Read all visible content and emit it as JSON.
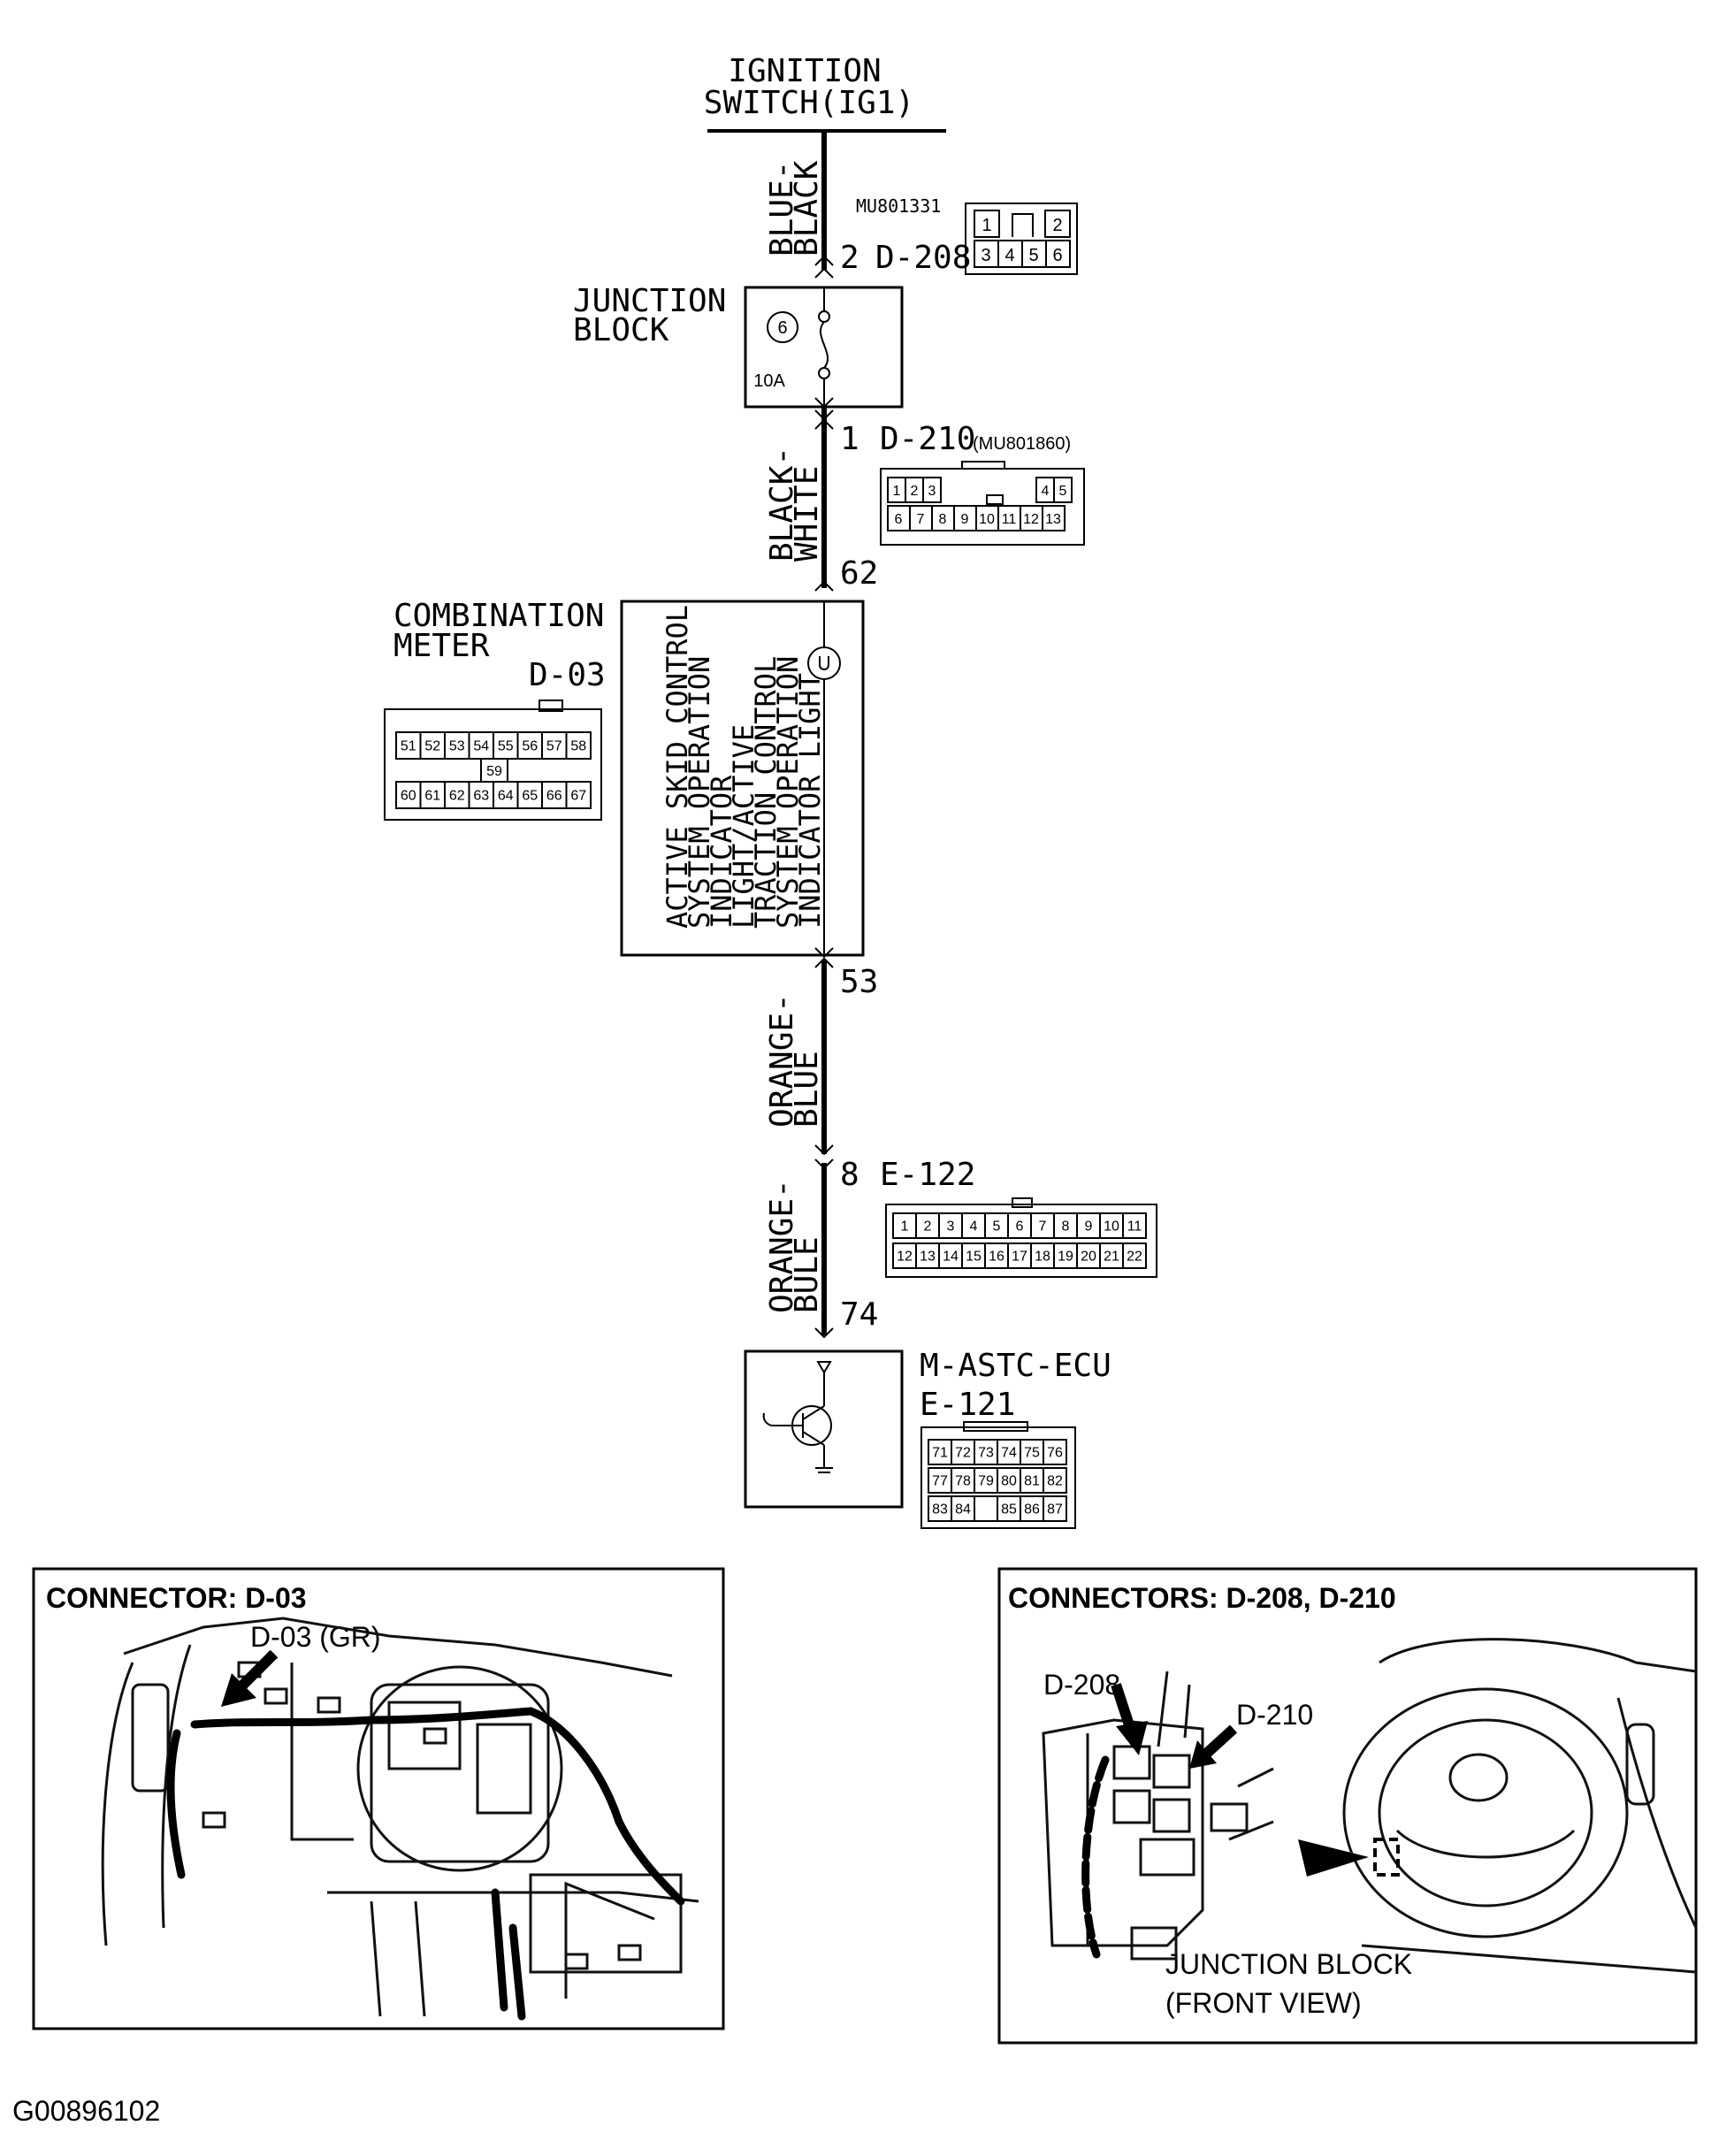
{
  "ignition": {
    "line1": "IGNITION",
    "line2": "SWITCH(IG1)"
  },
  "wires": {
    "w1": [
      "BLUE-",
      "BLACK"
    ],
    "w2": [
      "BLACK-",
      "WHITE"
    ],
    "w3": [
      "ORANGE-",
      "BLUE"
    ],
    "w4": [
      "ORANGE-",
      "BULE"
    ]
  },
  "d208": {
    "part": "MU801331",
    "pin": "2",
    "id": "D-208",
    "cells": [
      "1",
      "2",
      "3",
      "4",
      "5",
      "6"
    ]
  },
  "junction": {
    "line1": "JUNCTION",
    "line2": "BLOCK",
    "fuse_no": "6",
    "amps": "10A"
  },
  "d210": {
    "pin": "1",
    "id": "D-210",
    "part": "(MU801860)",
    "cells": [
      "1",
      "2",
      "3",
      "4",
      "5",
      "6",
      "7",
      "8",
      "9",
      "10",
      "11",
      "12",
      "13"
    ]
  },
  "meter": {
    "line1": "COMBINATION",
    "line2": "METER",
    "id": "D-03",
    "pin_in": "62",
    "pin_out": "53",
    "lamp_text": [
      "ACTIVE SKID CONTROL",
      "SYSTEM OPERATION",
      "INDICATOR",
      "LIGHT/ACTIVE",
      "TRACTION CONTROL",
      "SYSTEM OPERATION",
      "INDICATOR LIGHT"
    ],
    "row1": [
      "51",
      "52",
      "53",
      "54",
      "55",
      "56",
      "57",
      "58"
    ],
    "mid": "59",
    "row2": [
      "60",
      "61",
      "62",
      "63",
      "64",
      "65",
      "66",
      "67"
    ]
  },
  "e122": {
    "pin": "8",
    "id": "E-122",
    "row1": [
      "1",
      "2",
      "3",
      "4",
      "5",
      "6",
      "7",
      "8",
      "9",
      "10",
      "11"
    ],
    "row2": [
      "12",
      "13",
      "14",
      "15",
      "16",
      "17",
      "18",
      "19",
      "20",
      "21",
      "22"
    ]
  },
  "ecu": {
    "pin": "74",
    "name": "M-ASTC-ECU",
    "id": "E-121",
    "row1": [
      "71",
      "72",
      "73",
      "74",
      "75",
      "76"
    ],
    "row2": [
      "77",
      "78",
      "79",
      "80",
      "81",
      "82"
    ],
    "row3": [
      "83",
      "84",
      "",
      "85",
      "86",
      "87"
    ]
  },
  "panel_left": {
    "heading": "CONNECTOR: D-03",
    "callout": "D-03 (GR)"
  },
  "panel_right": {
    "heading": "CONNECTORS: D-208, D-210",
    "label_d208": "D-208",
    "label_d210": "D-210",
    "caption1": "JUNCTION BLOCK",
    "caption2": "(FRONT VIEW)"
  },
  "figure_code": "G00896102"
}
